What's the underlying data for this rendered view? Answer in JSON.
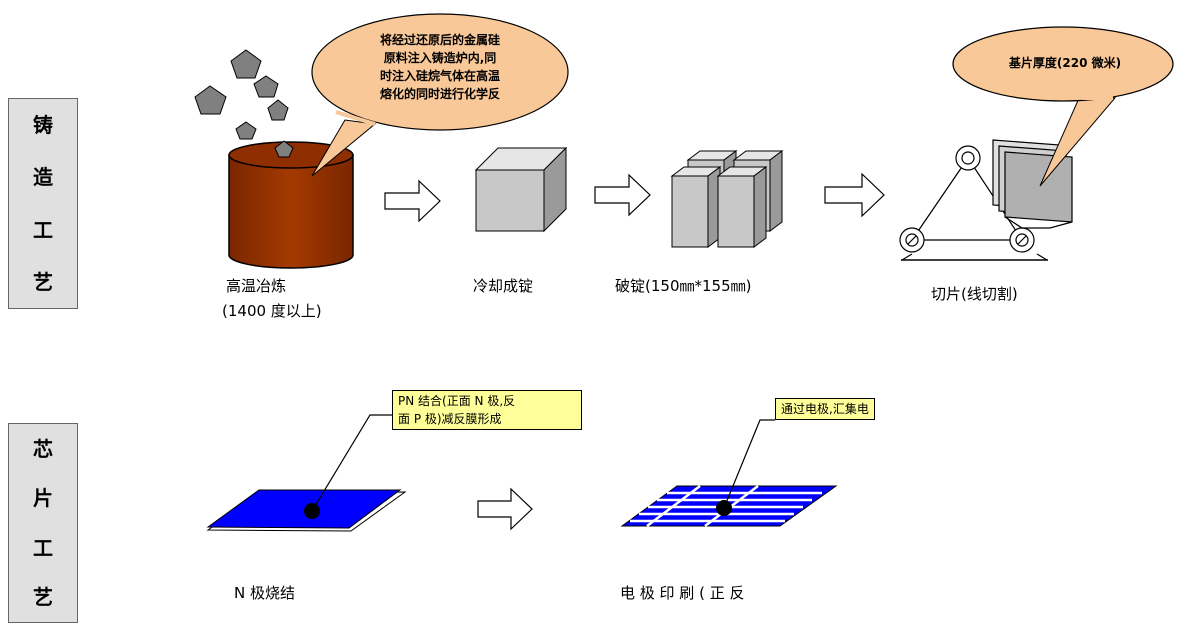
{
  "casting": {
    "side_label": [
      "铸",
      "造",
      "工",
      "艺"
    ],
    "bubble_raw": "将经过还原后的金属硅原料注入铸造炉内,同时注入硅烷气体在高温熔化的同时进行化学反",
    "bubble_lines": [
      "将经过还原后的金属硅",
      "原料注入铸造炉内,同",
      "时注入硅烷气体在高温",
      "熔化的同时进行化学反"
    ],
    "step1_line1": "高温冶炼",
    "step1_line2": "(1400 度以上)",
    "step2": "冷却成锭",
    "step3": "破锭(150㎜*155㎜)",
    "slice_bubble": "基片厚度(220 微米)",
    "step4": "切片(线切割)"
  },
  "chip": {
    "side_label": [
      "芯",
      "片",
      "工",
      "艺"
    ],
    "pn_line1": "PN 结合(正面 N 极,反",
    "pn_line2": "面 P 极)减反膜形成",
    "electrode_label": "通过电极,汇集电",
    "step1": "N 极烧结",
    "step2": "电 极 印 刷 ( 正 反"
  },
  "colors": {
    "furnace": "#993300",
    "bubble": "#f9c899",
    "label_box": "#ffff99",
    "wafer": "#0000ff",
    "gray_block": "#c0c0c0"
  }
}
